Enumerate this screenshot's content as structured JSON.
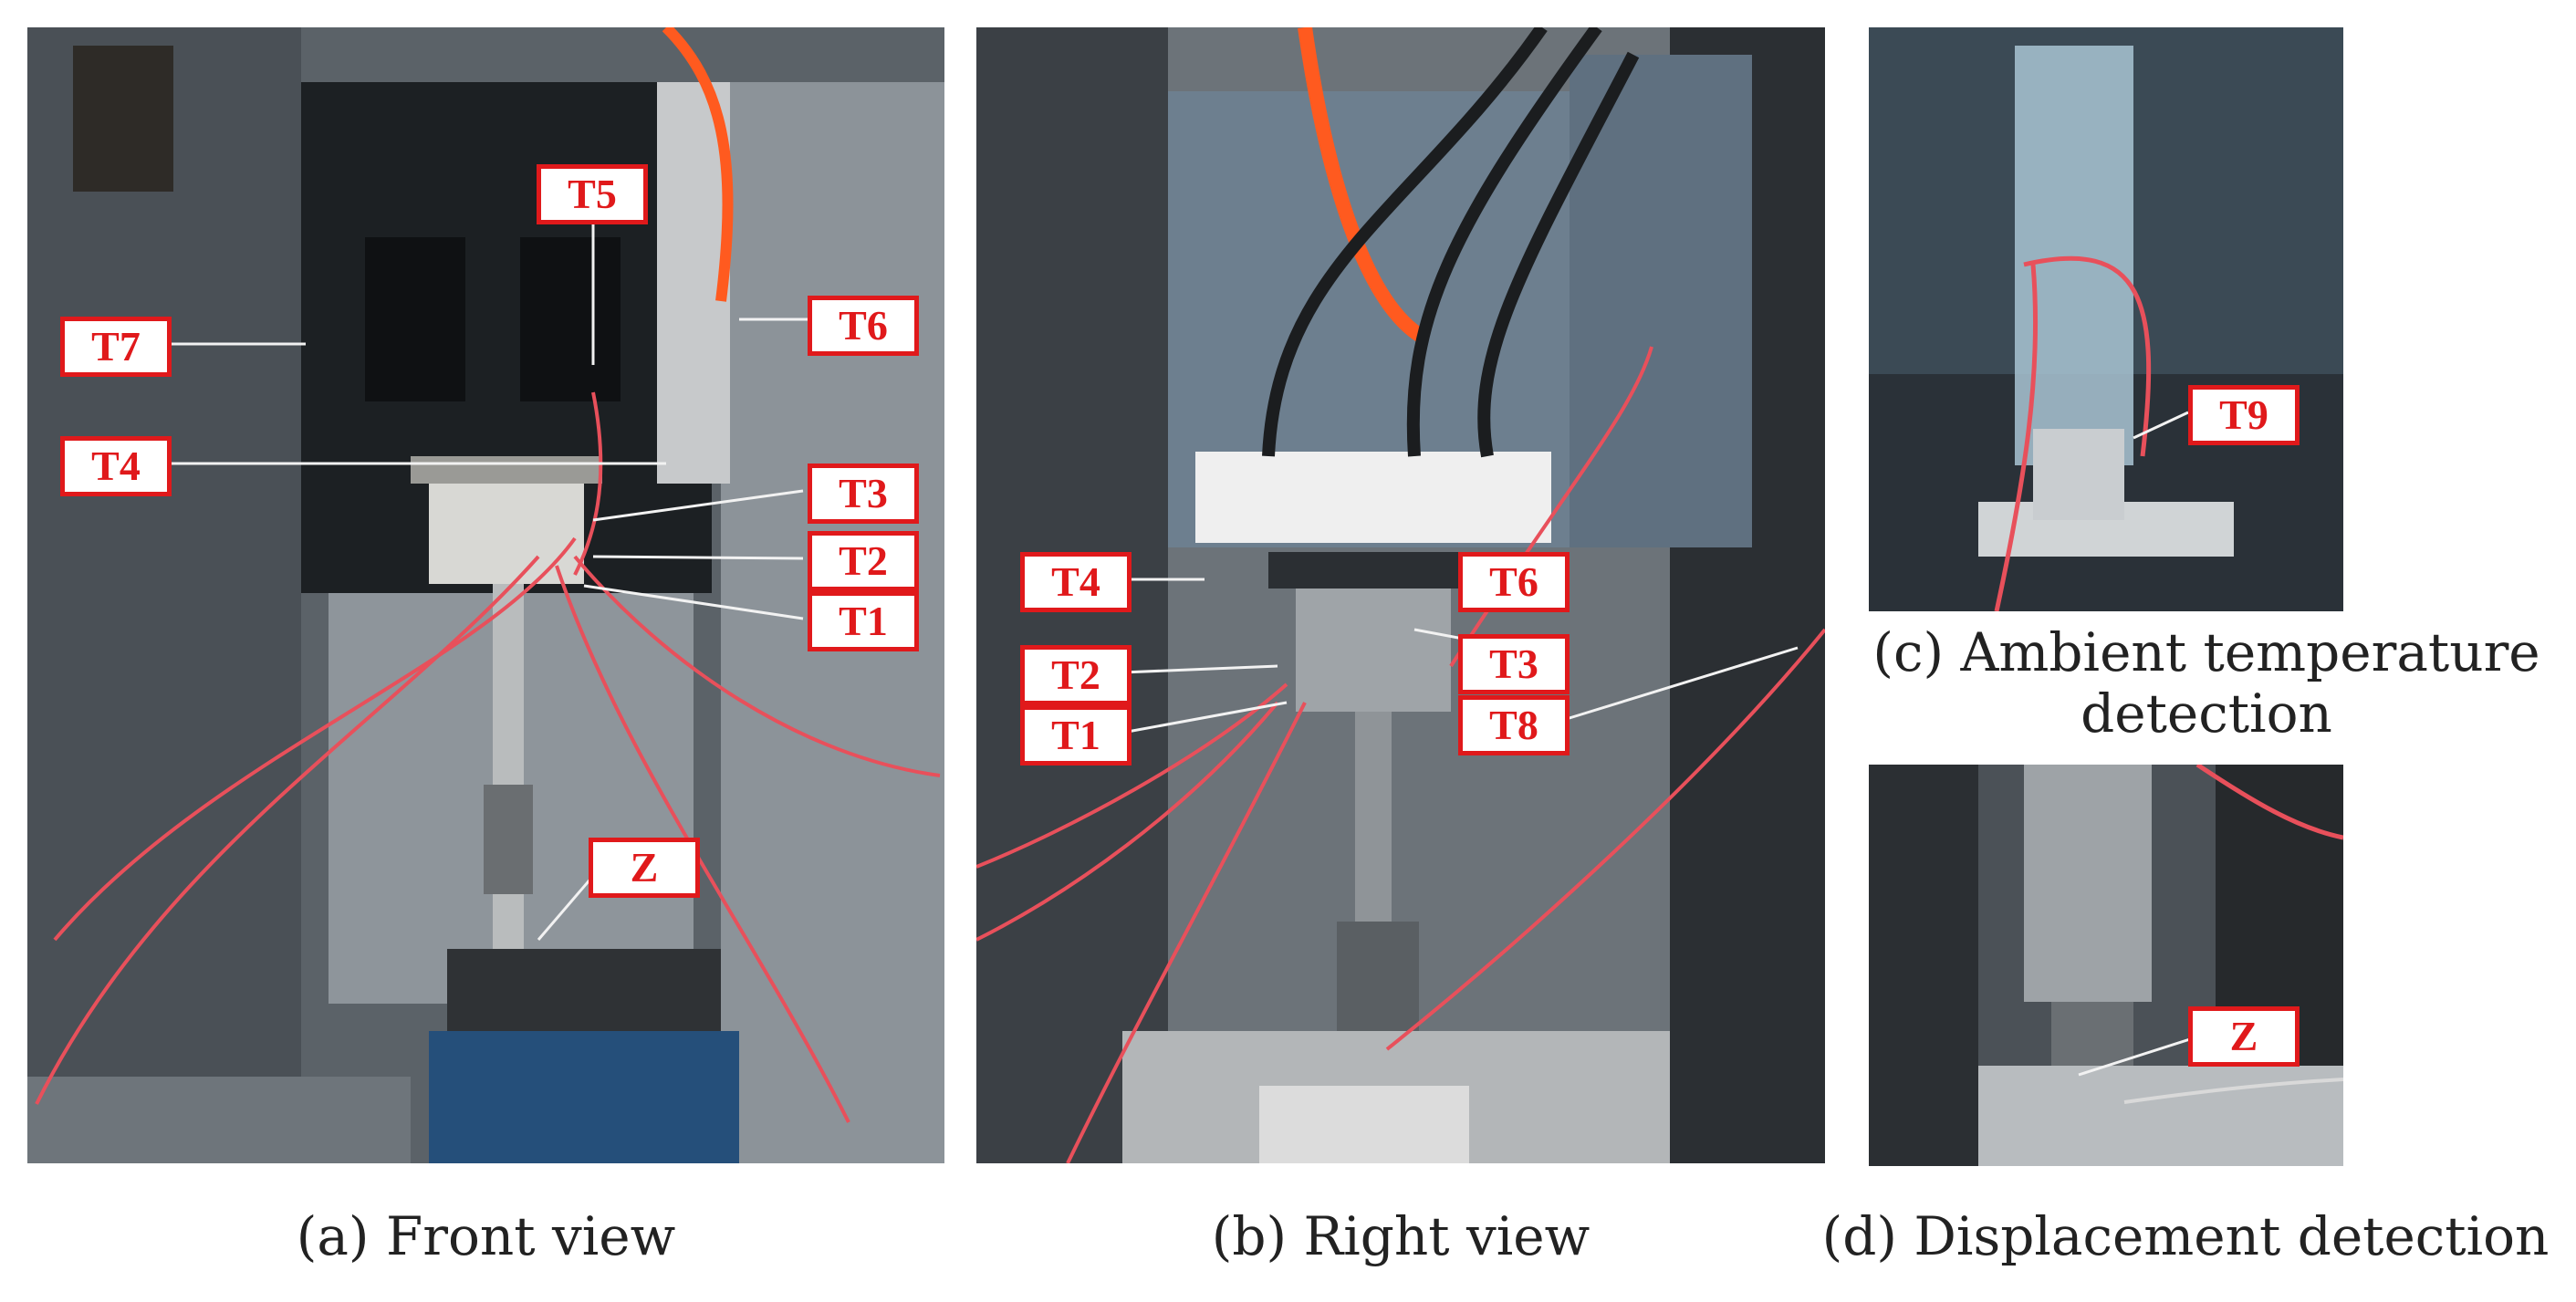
{
  "panels": {
    "front": {
      "caption": "(a) Front view",
      "labels": [
        "T5",
        "T6",
        "T7",
        "T4",
        "T3",
        "T2",
        "T1",
        "Z"
      ]
    },
    "right": {
      "caption": "(b) Right view",
      "labels": [
        "T4",
        "T6",
        "T2",
        "T3",
        "T1",
        "T8"
      ]
    },
    "ambient": {
      "caption_line1": "(c) Ambient temperature",
      "caption_line2": "detection",
      "labels": [
        "T9"
      ]
    },
    "displacement": {
      "caption": "(d) Displacement detection",
      "labels": [
        "Z"
      ]
    }
  },
  "colors": {
    "label_border": "#e0191b",
    "label_text": "#e0191b",
    "machine_body": "#1f2326",
    "machine_gray": "#7f868d",
    "cable_orange": "#ff5a1f",
    "wire_red": "#e8505b"
  }
}
